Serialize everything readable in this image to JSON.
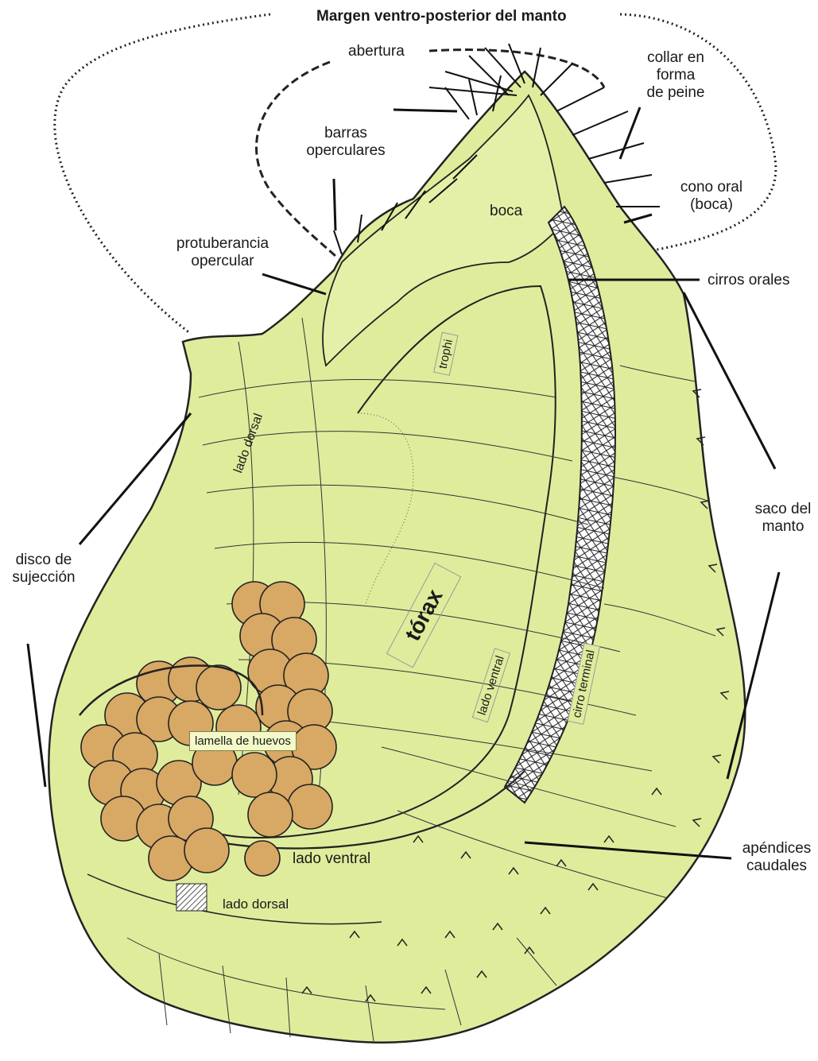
{
  "title": "Margen ventro-posterior del manto",
  "labels": {
    "abertura": "abertura",
    "collar": [
      "collar en",
      "forma",
      "de peine"
    ],
    "barras": [
      "barras",
      "operculares"
    ],
    "cono_oral": [
      "cono oral",
      "(boca)"
    ],
    "boca": "boca",
    "protuberancia": [
      "protuberancia",
      "opercular"
    ],
    "cirros_orales": "cirros orales",
    "trophi": "trophi",
    "lado_dorsal_upper": "lado dorsal",
    "saco_manto": [
      "saco del",
      "manto"
    ],
    "disco": [
      "disco de",
      "sujección"
    ],
    "torax": "tórax",
    "lado_ventral_inner": "lado ventral",
    "cirro_terminal": "cirro terminal",
    "lamella": "lamella de huevos",
    "lado_ventral_lower": "lado ventral",
    "lado_dorsal_lower": "lado dorsal",
    "apendices": [
      "apéndices",
      "caudales"
    ]
  },
  "colors": {
    "body_fill": "#dfec9c",
    "egg_fill": "#d8a865",
    "line": "#222222",
    "label_box": "#f4f9c8"
  }
}
